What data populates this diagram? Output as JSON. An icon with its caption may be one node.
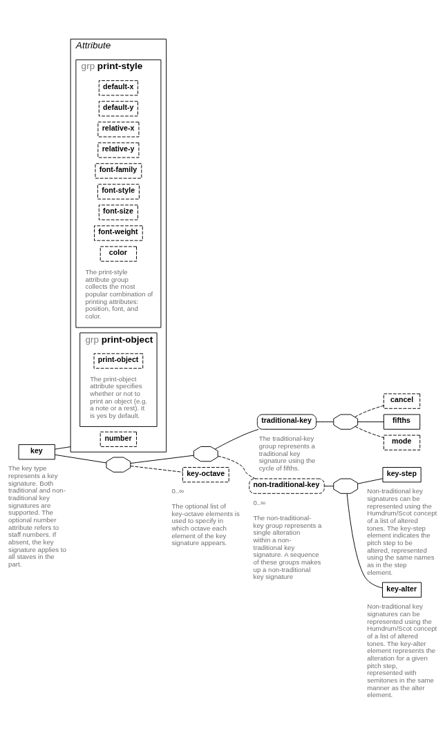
{
  "diagram": {
    "nodes": [
      {
        "text": [
          "key"
        ],
        "beside": [
          "The key type represents a key signature. Both traditional and non-traditional key signatures are supported. The optional number attribute refers to staff numbers. If absent, the key signature applies to all staves in the part."
        ]
      },
      {
        "text": [
          "Attribute"
        ]
      },
      {
        "text": [
          "number"
        ],
        "in": 1
      },
      {
        "text": [
          "grp",
          "print-style"
        ],
        "in": 1,
        "beside": [
          "The print-style attribute group collects the most popular combination of printing attributes: position, font, and color."
        ]
      },
      {
        "text": [
          "default-x"
        ],
        "in": 3
      },
      {
        "text": [
          "default-y"
        ],
        "in": 3
      },
      {
        "text": [
          "relative-x"
        ],
        "in": 3
      },
      {
        "text": [
          "relative-y"
        ],
        "in": 3
      },
      {
        "text": [
          "font-family"
        ],
        "in": 3
      },
      {
        "text": [
          "font-style"
        ],
        "in": 3
      },
      {
        "text": [
          "font-size"
        ],
        "in": 3
      },
      {
        "text": [
          "font-weight"
        ],
        "in": 3
      },
      {
        "text": [
          "color"
        ],
        "in": 3
      },
      {
        "text": [
          "grp",
          "print-object"
        ],
        "in": 1,
        "beside": [
          "The print-object attribute specifies whether or not to print an object (e.g. a note or a rest). It is yes by default."
        ]
      },
      {
        "text": [
          "print-object"
        ],
        "in": 13
      },
      {
        "text": [],
        "shape": "octagon"
      },
      {
        "text": [],
        "shape": "octagon"
      },
      {
        "text": [
          "traditional-key"
        ],
        "beside": [
          "The traditional-key group represents a traditional key signature using the cycle of fifths."
        ]
      },
      {
        "text": [],
        "shape": "octagon"
      },
      {
        "text": [
          "cancel"
        ]
      },
      {
        "text": [
          "fifths"
        ]
      },
      {
        "text": [
          "mode"
        ]
      },
      {
        "text": [
          "non-traditional-key"
        ],
        "beside": [
          "0..∞",
          "The non-traditional-key group represents a single alteration within a non-traditional key signature. A sequence of these groups makes up a non-traditional key signature"
        ]
      },
      {
        "text": [],
        "shape": "octagon"
      },
      {
        "text": [
          "key-step"
        ],
        "beside": [
          "Non-traditional key signatures can be represented using the Humdrum/Scot concept of a list of altered tones. The key-step element indicates the pitch step to be altered, represented using the same names as in the step element."
        ]
      },
      {
        "text": [
          "key-alter"
        ],
        "beside": [
          "Non-traditional key signatures can be represented using the Humdrum/Scot concept of a list of altered tones. The key-alter element represents the alteration for a given pitch step, represented with semitones in the same manner as the alter element."
        ]
      },
      {
        "text": [
          "key-octave"
        ],
        "beside": [
          "0..∞",
          "The optional list of key-octave elements is used to specify in which octave each element of the key signature appears."
        ]
      }
    ],
    "edges": [
      {
        "from": 0,
        "to": 1,
        "arrow": "none"
      },
      {
        "from": 0,
        "to": 15,
        "arrow": "none"
      },
      {
        "from": 15,
        "to": 16,
        "arrow": "none"
      },
      {
        "from": 15,
        "to": 26,
        "arrow": "none",
        "style": "dashed"
      },
      {
        "from": 16,
        "to": 17,
        "arrow": "none"
      },
      {
        "from": 16,
        "to": 22,
        "arrow": "none",
        "style": "dashed"
      },
      {
        "from": 17,
        "to": 18,
        "arrow": "none"
      },
      {
        "from": 18,
        "to": 19,
        "arrow": "none",
        "style": "dashed"
      },
      {
        "from": 18,
        "to": 20,
        "arrow": "none"
      },
      {
        "from": 18,
        "to": 21,
        "arrow": "none",
        "style": "dashed"
      },
      {
        "from": 22,
        "to": 23,
        "arrow": "none"
      },
      {
        "from": 23,
        "to": 24,
        "arrow": "none"
      },
      {
        "from": 23,
        "to": 25,
        "arrow": "none"
      }
    ]
  }
}
